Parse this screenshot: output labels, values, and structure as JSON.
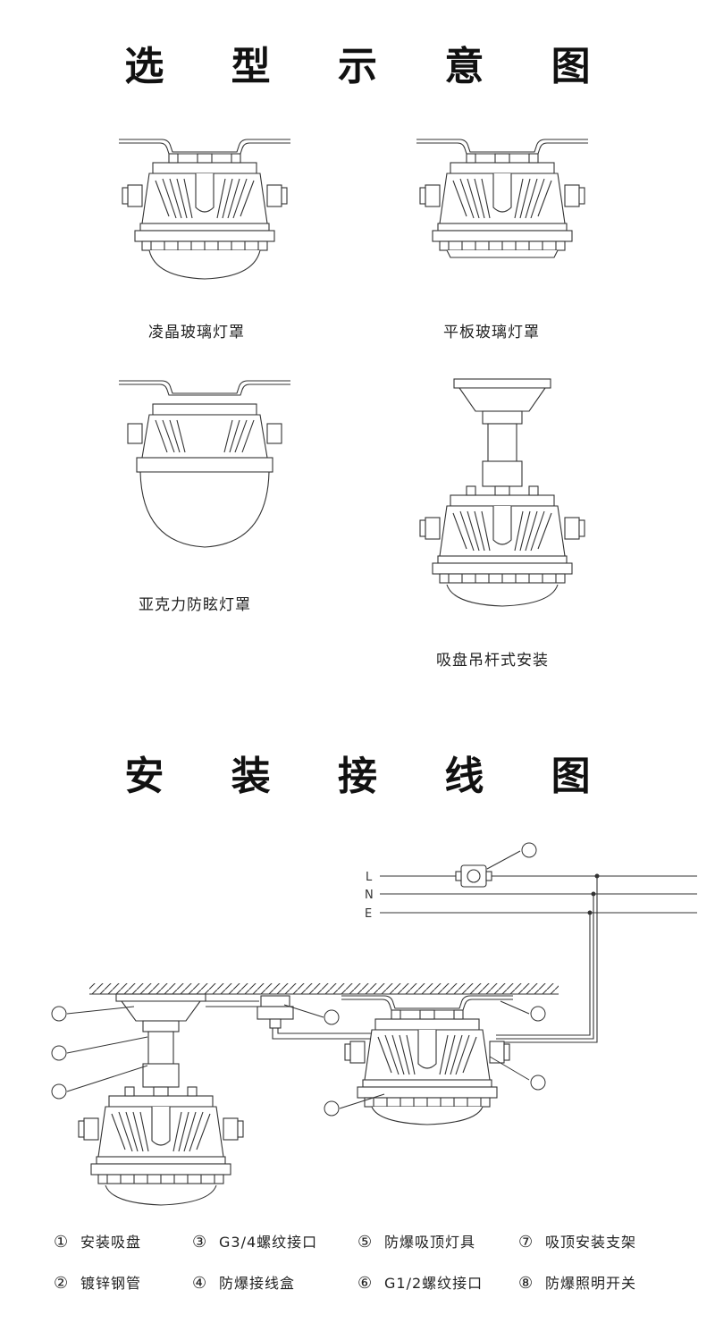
{
  "titles": {
    "selection": "选 型 示 意 图",
    "wiring": "安 装 接 线 图"
  },
  "captions": {
    "c1": "凌晶玻璃灯罩",
    "c2": "平板玻璃灯罩",
    "c3": "亚克力防眩灯罩",
    "c4": "吸盘吊杆式安装"
  },
  "lines": {
    "L": "L",
    "N": "N",
    "E": "E"
  },
  "markers": [
    "①",
    "②",
    "③",
    "④",
    "⑤",
    "⑥",
    "⑦",
    "⑧"
  ],
  "legend": [
    {
      "num": "①",
      "text": "安装吸盘"
    },
    {
      "num": "③",
      "text": "G3/4螺纹接口"
    },
    {
      "num": "⑤",
      "text": "防爆吸顶灯具"
    },
    {
      "num": "⑦",
      "text": "吸顶安装支架"
    },
    {
      "num": "②",
      "text": "镀锌钢管"
    },
    {
      "num": "④",
      "text": "防爆接线盒"
    },
    {
      "num": "⑥",
      "text": "G1/2螺纹接口"
    },
    {
      "num": "⑧",
      "text": "防爆照明开关"
    }
  ]
}
